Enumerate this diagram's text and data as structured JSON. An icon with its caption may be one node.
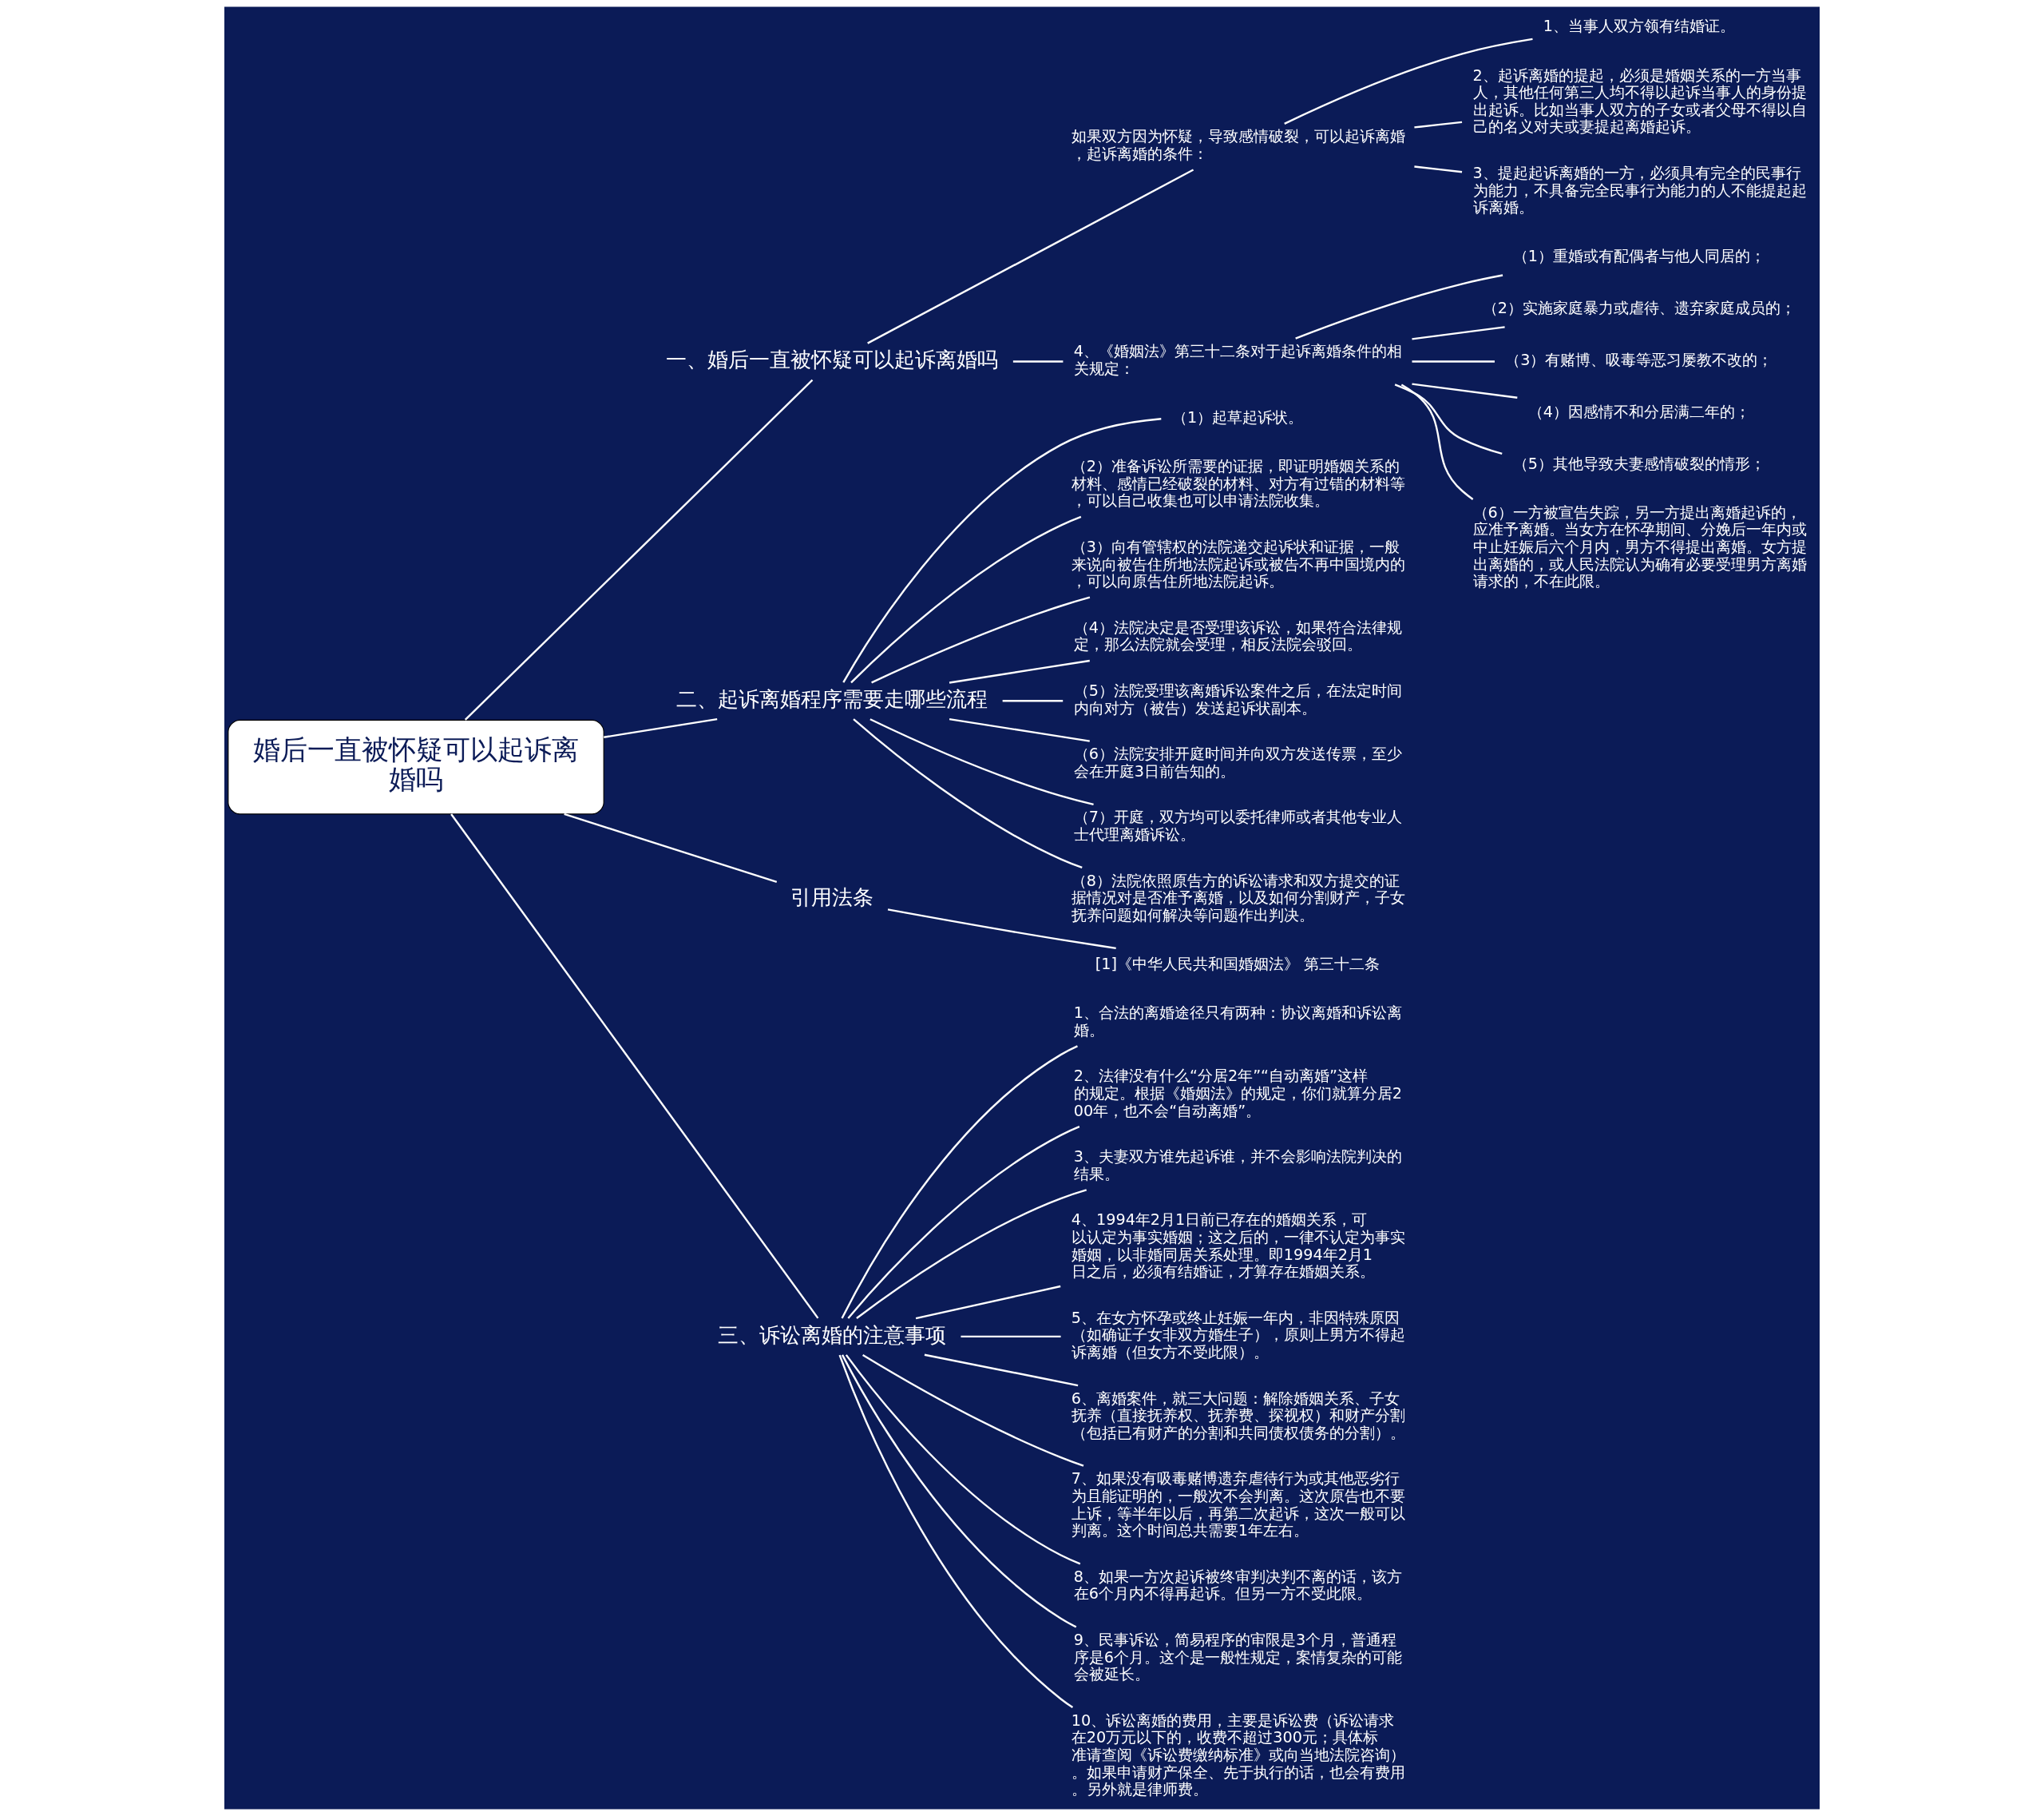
{
  "diagram": {
    "nodes": [
      {
        "text": [
          "婚后一直被怀疑可以起诉离婚吗"
        ]
      },
      {
        "text": [
          "一、婚后一直被怀疑可以起诉离婚吗"
        ]
      },
      {
        "text": [
          "如果双方因为怀疑，导致感情破裂，可以起诉离婚，起诉离婚的条件："
        ]
      },
      {
        "text": [
          "1、当事人双方领有结婚证。"
        ]
      },
      {
        "text": [
          "2、起诉离婚的提起，必须是婚姻关系的一方当事人，其他任何第三人均不得以起诉当事人的身份提出起诉。比如当事人双方的子女或者父母不得以自己的名义对夫或妻提起离婚起诉。"
        ]
      },
      {
        "text": [
          "3、提起起诉离婚的一方，必须具有完全的民事行为能力，不具备完全民事行为能力的人不能提起起诉离婚。"
        ]
      },
      {
        "text": [
          "4、《婚姻法》第三十二条对于起诉离婚条件的相关规定："
        ]
      },
      {
        "text": [
          "（1）重婚或有配偶者与他人同居的；"
        ]
      },
      {
        "text": [
          "（2）实施家庭暴力或虐待、遗弃家庭成员的；"
        ]
      },
      {
        "text": [
          "（3）有赌博、吸毒等恶习屡教不改的；"
        ]
      },
      {
        "text": [
          "（4）因感情不和分居满二年的；"
        ]
      },
      {
        "text": [
          "（5）其他导致夫妻感情破裂的情形；"
        ]
      },
      {
        "text": [
          "（6）一方被宣告失踪，另一方提出离婚起诉的，应准予离婚。当女方在怀孕期间、分娩后一年内或中止妊娠后六个月内，男方不得提出离婚。女方提出离婚的，或人民法院认为确有必要受理男方离婚请求的，不在此限。"
        ]
      },
      {
        "text": [
          "二、起诉离婚程序需要走哪些流程"
        ]
      },
      {
        "text": [
          "（1）起草起诉状。"
        ]
      },
      {
        "text": [
          "（2）准备诉讼所需要的证据，即证明婚姻关系的材料、感情已经破裂的材料、对方有过错的材料等，可以自己收集也可以申请法院收集。"
        ]
      },
      {
        "text": [
          "（3）向有管辖权的法院递交起诉状和证据，一般来说向被告住所地法院起诉或被告不再中国境内的，可以向原告住所地法院起诉。"
        ]
      },
      {
        "text": [
          "（4）法院决定是否受理该诉讼，如果符合法律规定，那么法院就会受理，相反法院会驳回。"
        ]
      },
      {
        "text": [
          "（5）法院受理该离婚诉讼案件之后，在法定时间内向对方（被告）发送起诉状副本。"
        ]
      },
      {
        "text": [
          "（6）法院安排开庭时间并向双方发送传票，至少会在开庭3日前告知的。"
        ]
      },
      {
        "text": [
          "（7）开庭，双方均可以委托律师或者其他专业人士代理离婚诉讼。"
        ]
      },
      {
        "text": [
          "（8）法院依照原告方的诉讼请求和双方提交的证据情况对是否准予离婚，以及如何分割财产，子女抚养问题如何解决等问题作出判决。"
        ]
      },
      {
        "text": [
          "引用法条"
        ]
      },
      {
        "text": [
          "[1]《中华人民共和国婚姻法》 第三十二条"
        ]
      },
      {
        "text": [
          "三、诉讼离婚的注意事项"
        ]
      },
      {
        "text": [
          "1、合法的离婚途径只有两种：协议离婚和诉讼离婚。"
        ]
      },
      {
        "text": [
          "2、法律没有什么“分居2年”“自动离婚”这样的规定。根据《婚姻法》的规定，你们就算分居200年，也不会“自动离婚”。"
        ]
      },
      {
        "text": [
          "3、夫妻双方谁先起诉谁，并不会影响法院判决的结果。"
        ]
      },
      {
        "text": [
          "4、1994年2月1日前已存在的婚姻关系，可以认定为事实婚姻；这之后的，一律不认定为事实婚姻，以非婚同居关系处理。即1994年2月1日之后，必须有结婚证，才算存在婚姻关系。"
        ]
      },
      {
        "text": [
          "5、在女方怀孕或终止妊娠一年内，非因特殊原因（如确证子女非双方婚生子），原则上男方不得起诉离婚（但女方不受此限）。"
        ]
      },
      {
        "text": [
          "6、离婚案件，就三大问题：解除婚姻关系、子女抚养（直接抚养权、抚养费、探视权）和财产分割（包括已有财产的分割和共同债权债务的分割）。"
        ]
      },
      {
        "text": [
          "7、如果没有吸毒赌博遗弃虐待行为或其他恶劣行为且能证明的，一般次不会判离。这次原告也不要上诉，等半年以后，再第二次起诉，这次一般可以判离。这个时间总共需要1年左右。"
        ]
      },
      {
        "text": [
          "8、如果一方次起诉被终审判决判不离的话，该方在6个月内不得再起诉。但另一方不受此限。"
        ]
      },
      {
        "text": [
          "9、民事诉讼，简易程序的审限是3个月，普通程序是6个月。这个是一般性规定，案情复杂的可能会被延长。"
        ]
      },
      {
        "text": [
          "10、诉讼离婚的费用，主要是诉讼费（诉讼请求在20万元以下的，收费不超过300元；具体标准请查阅《诉讼费缴纳标准》或向当地法院咨询）。如果申请财产保全、先于执行的话，也会有费用。另外就是律师费。"
        ]
      }
    ],
    "edges": [
      {
        "from": 0,
        "to": 1,
        "arrow": "none"
      },
      {
        "from": 1,
        "to": 2,
        "arrow": "none"
      },
      {
        "from": 2,
        "to": 3,
        "arrow": "none"
      },
      {
        "from": 2,
        "to": 4,
        "arrow": "none"
      },
      {
        "from": 2,
        "to": 5,
        "arrow": "none"
      },
      {
        "from": 1,
        "to": 6,
        "arrow": "none"
      },
      {
        "from": 6,
        "to": 7,
        "arrow": "none"
      },
      {
        "from": 6,
        "to": 8,
        "arrow": "none"
      },
      {
        "from": 6,
        "to": 9,
        "arrow": "none"
      },
      {
        "from": 6,
        "to": 10,
        "arrow": "none"
      },
      {
        "from": 6,
        "to": 11,
        "arrow": "none"
      },
      {
        "from": 6,
        "to": 12,
        "arrow": "none"
      },
      {
        "from": 0,
        "to": 13,
        "arrow": "none"
      },
      {
        "from": 13,
        "to": 14,
        "arrow": "none"
      },
      {
        "from": 13,
        "to": 15,
        "arrow": "none"
      },
      {
        "from": 13,
        "to": 16,
        "arrow": "none"
      },
      {
        "from": 13,
        "to": 17,
        "arrow": "none"
      },
      {
        "from": 13,
        "to": 18,
        "arrow": "none"
      },
      {
        "from": 13,
        "to": 19,
        "arrow": "none"
      },
      {
        "from": 13,
        "to": 20,
        "arrow": "none"
      },
      {
        "from": 13,
        "to": 21,
        "arrow": "none"
      },
      {
        "from": 0,
        "to": 22,
        "arrow": "none"
      },
      {
        "from": 22,
        "to": 23,
        "arrow": "none"
      },
      {
        "from": 0,
        "to": 24,
        "arrow": "none"
      },
      {
        "from": 24,
        "to": 25,
        "arrow": "none"
      },
      {
        "from": 24,
        "to": 26,
        "arrow": "none"
      },
      {
        "from": 24,
        "to": 27,
        "arrow": "none"
      },
      {
        "from": 24,
        "to": 28,
        "arrow": "none"
      },
      {
        "from": 24,
        "to": 29,
        "arrow": "none"
      },
      {
        "from": 24,
        "to": 30,
        "arrow": "none"
      },
      {
        "from": 24,
        "to": 31,
        "arrow": "none"
      },
      {
        "from": 24,
        "to": 32,
        "arrow": "none"
      },
      {
        "from": 24,
        "to": 33,
        "arrow": "none"
      },
      {
        "from": 24,
        "to": 34,
        "arrow": "none"
      }
    ]
  }
}
